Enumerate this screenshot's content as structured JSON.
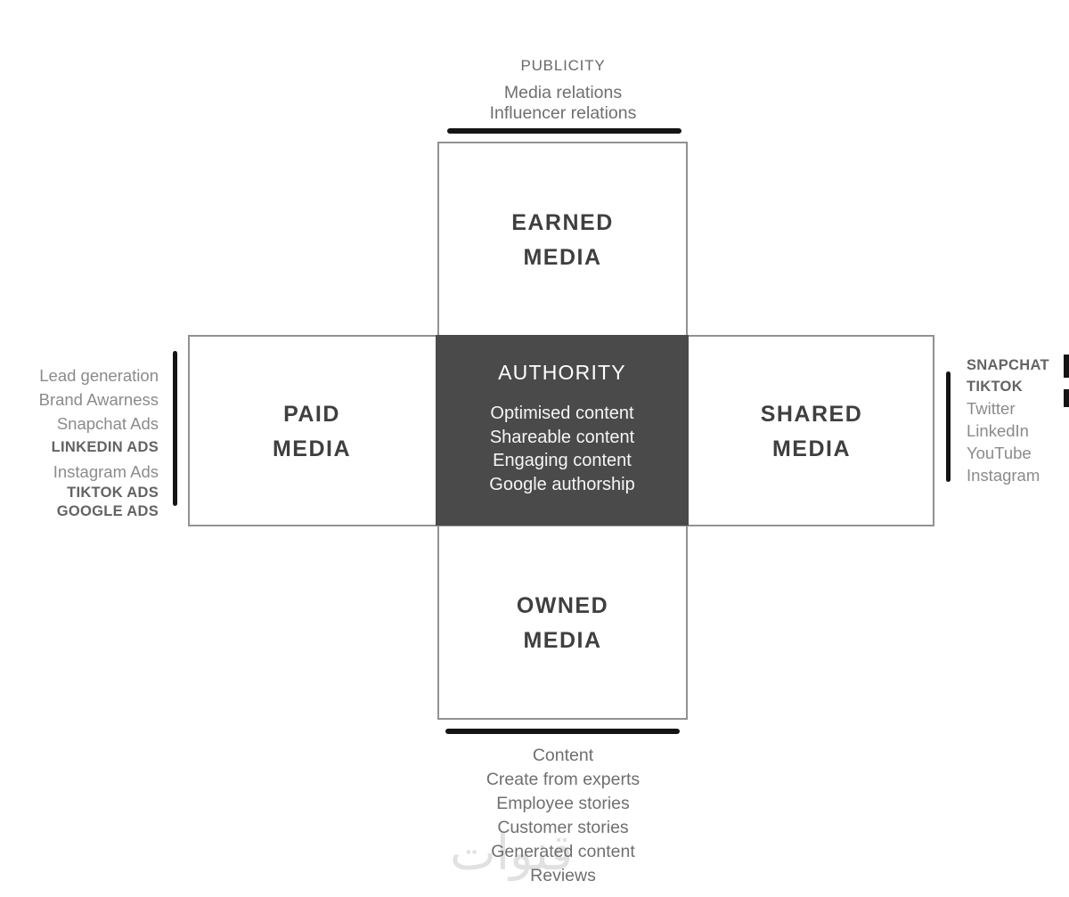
{
  "diagram": {
    "top_annotation": {
      "heading": "PUBLICITY",
      "lines": [
        "Media relations",
        "Influencer relations"
      ]
    },
    "boxes": {
      "earned": {
        "line1": "EARNED",
        "line2": "MEDIA"
      },
      "paid": {
        "line1": "PAID",
        "line2": "MEDIA"
      },
      "shared": {
        "line1": "SHARED",
        "line2": "MEDIA"
      },
      "owned": {
        "line1": "OWNED",
        "line2": "MEDIA"
      }
    },
    "center": {
      "title": "AUTHORITY",
      "items": [
        "Optimised content",
        "Shareable content",
        "Engaging content",
        "Google authorship"
      ]
    },
    "left_list": {
      "items": [
        "Lead generation",
        "Brand Awarness",
        "Snapchat Ads",
        "LINKEDIN ADS",
        "Instagram Ads",
        "TIKTOK ADS",
        "GOOGLE ADS"
      ]
    },
    "right_list": {
      "items": [
        "SNAPCHAT",
        "TIKTOK",
        "Twitter",
        "LinkedIn",
        "YouTube",
        "Instagram"
      ]
    },
    "bottom_annotation": {
      "lines": [
        "Content",
        "Create from experts",
        "Employee stories",
        "Customer stories",
        "Generated content",
        "Reviews"
      ]
    },
    "watermark": "قنوات",
    "colors": {
      "center_box_bg": "#4a4a4a",
      "center_box_text": "#ffffff",
      "box_border": "#919191",
      "media_label_text": "#3f3f3f",
      "annotation_text": "#6f6f6f",
      "list_text": "#8b8b8b",
      "list_text_emphasis": "#636363",
      "accent_line": "#141414"
    }
  }
}
